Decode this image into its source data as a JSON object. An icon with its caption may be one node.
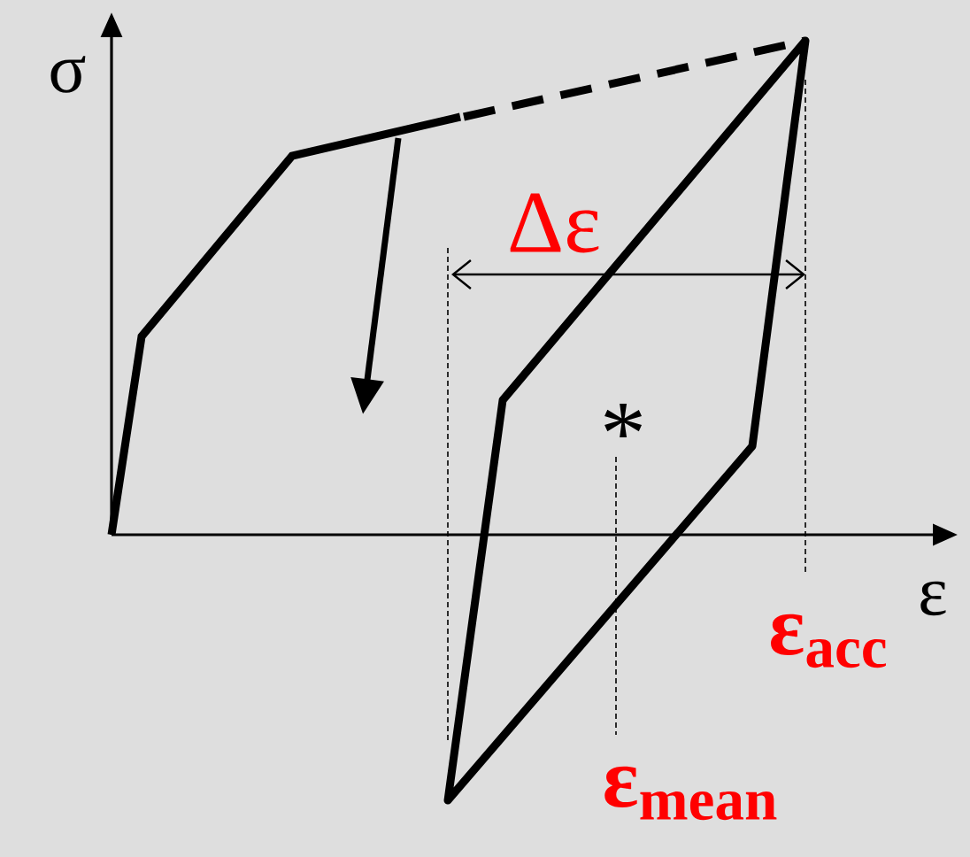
{
  "diagram": {
    "labels": [
      "σ",
      "Δε",
      "*",
      "ε",
      "ε$_{acc}$",
      "ε$_{mean}$"
    ]
  }
}
